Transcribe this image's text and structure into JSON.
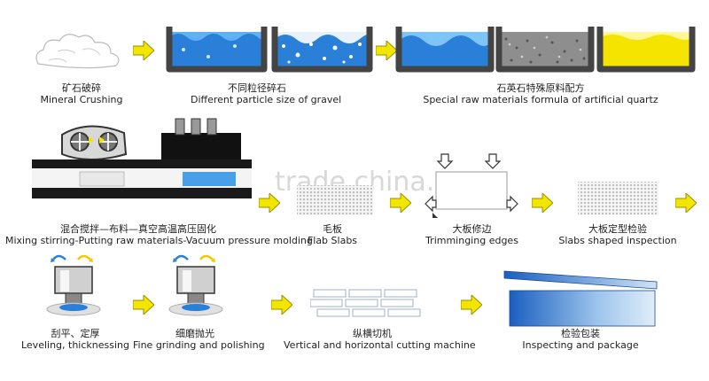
{
  "watermark": "trade.china.cn",
  "row1": {
    "step1": {
      "zh": "矿石破碎",
      "en": "Mineral Crushing"
    },
    "step2": {
      "zh": "不同粒径碎石",
      "en": "Different particle size of gravel"
    },
    "step3": {
      "zh": "石英石特殊原料配方",
      "en": "Special raw materials formula of artificial quartz"
    }
  },
  "row2": {
    "step1": {
      "zh": "混合搅拌—布料—真空高温高压固化",
      "en": "Mixing stirring-Putting raw materials-Vacuum pressure molding"
    },
    "step2": {
      "zh": "毛板",
      "en": "Flab Slabs"
    },
    "step3": {
      "zh": "大板修边",
      "en": "Trimminging edges"
    },
    "step4": {
      "zh": "大板定型检验",
      "en": "Slabs shaped inspection"
    }
  },
  "row3": {
    "step1": {
      "zh": "刮平、定厚",
      "en": "Leveling, thicknessing"
    },
    "step2": {
      "zh": "细磨抛光",
      "en": "Fine grinding and polishing"
    },
    "step3": {
      "zh": "纵横切机",
      "en": "Vertical and horizontal cutting machine"
    },
    "step4": {
      "zh": "检验包装",
      "en": "Inspecting and package"
    }
  },
  "colors": {
    "arrow": "#f2e600",
    "water": "#2a7fd8",
    "gravel": "#9a9a9a",
    "yellow": "#f4e400",
    "bin": "#444444"
  }
}
